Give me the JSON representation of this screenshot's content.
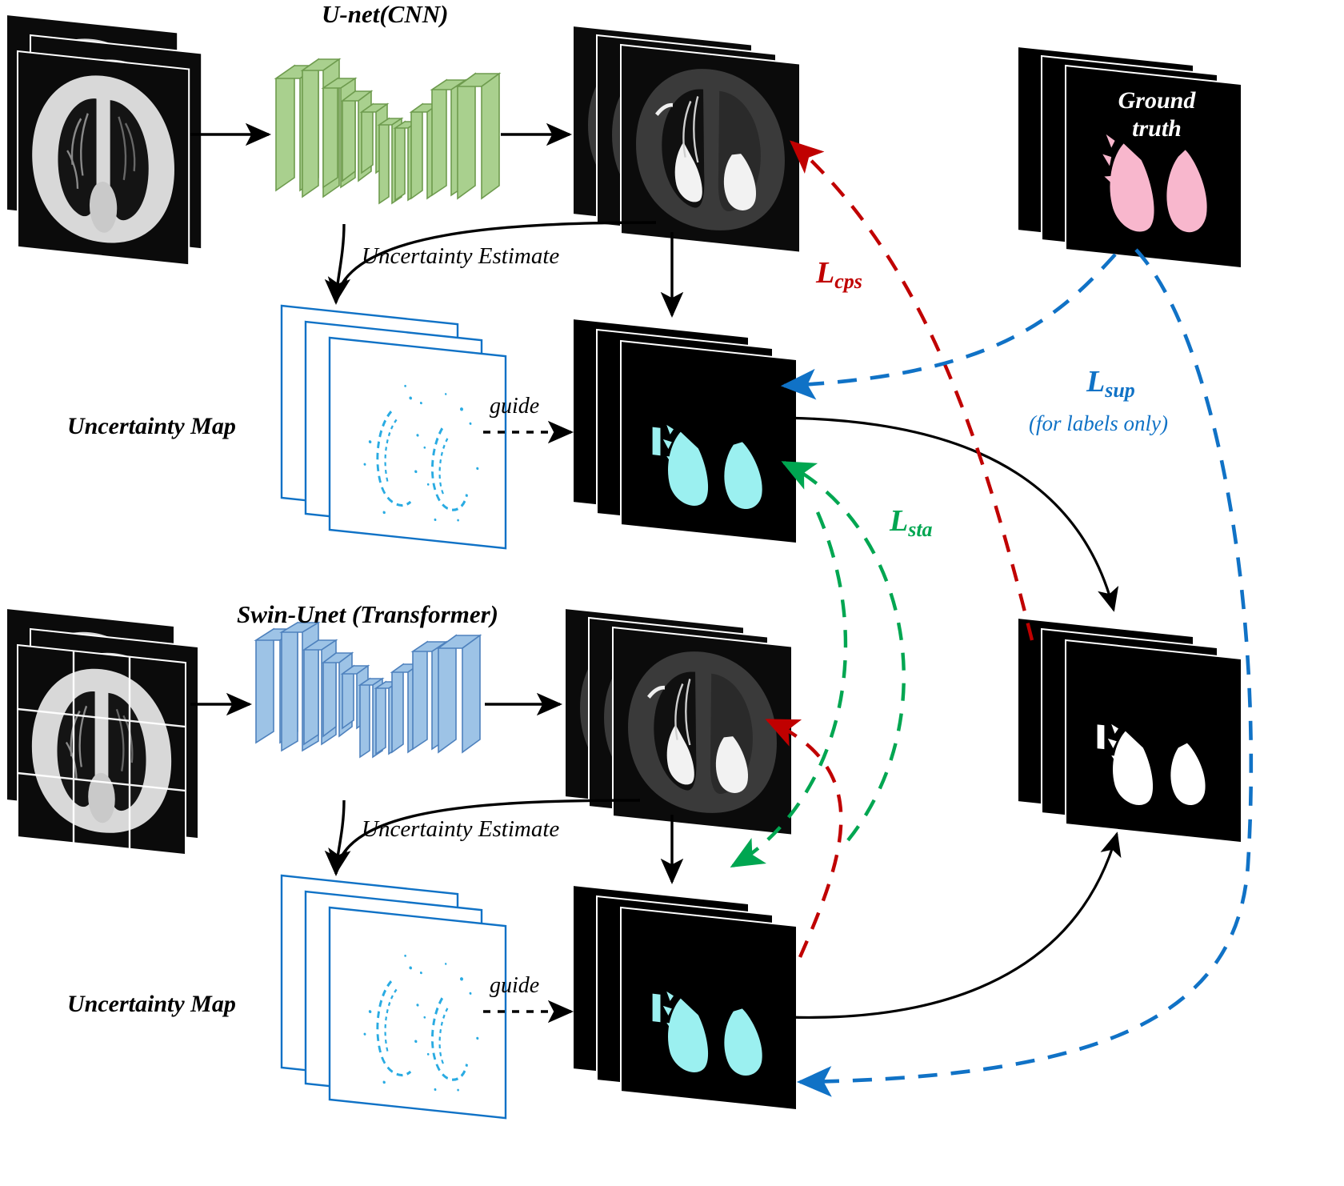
{
  "figure": {
    "kind": "semi-supervised segmentation framework diagram",
    "background": "#ffffff"
  },
  "labels": {
    "unet_title": "U-net(CNN)",
    "swin_title": "Swin-Unet (Transformer)",
    "uncertainty_estimate_top": "Uncertainty Estimate",
    "uncertainty_estimate_bottom": "Uncertainty Estimate",
    "uncertainty_map_top": "Uncertainty Map",
    "uncertainty_map_bottom": "Uncertainty Map",
    "guide_top": "guide",
    "guide_bottom": "guide",
    "ground_truth": "Ground\ntruth"
  },
  "losses": [
    {
      "name": "L_cps",
      "base": "L",
      "sub": "cps",
      "color": "#C00000"
    },
    {
      "name": "L_sup",
      "base": "L",
      "sub": "sup",
      "color": "#1072C6",
      "note": "(for labels only)"
    },
    {
      "name": "L_sta",
      "base": "L",
      "sub": "sta",
      "color": "#00A651"
    }
  ],
  "colors": {
    "cnn_block": "#A9D08E",
    "cnn_block_edge": "#6E9B4E",
    "transformer_block": "#9DC3E6",
    "transformer_block_edge": "#4E81BD",
    "uncertainty_outline": "#1072C6",
    "uncertainty_speckle": "#29ABE2",
    "mask_cyan": "#9BF0F0",
    "mask_white": "#FFFFFF",
    "ground_truth_pink": "#F8B7CD",
    "arrow_black": "#000000",
    "loss_cps": "#C00000",
    "loss_sup": "#1072C6",
    "loss_sta": "#00A651"
  },
  "nodes": [
    {
      "id": "input-ct-top",
      "type": "image-stack",
      "modality": "CT slices",
      "count": 3
    },
    {
      "id": "unet",
      "type": "network",
      "title": "U-net(CNN)",
      "color": "#A9D08E"
    },
    {
      "id": "pred-ct-top",
      "type": "image-stack",
      "modality": "CT prediction overlay",
      "count": 3
    },
    {
      "id": "uncertainty-map-top",
      "type": "image-stack",
      "modality": "uncertainty map",
      "count": 3
    },
    {
      "id": "mask-cyan-top",
      "type": "image-stack",
      "modality": "cyan segmentation mask",
      "count": 3
    },
    {
      "id": "input-ct-bottom",
      "type": "image-stack",
      "modality": "CT slices patched",
      "count": 3
    },
    {
      "id": "swin-unet",
      "type": "network",
      "title": "Swin-Unet (Transformer)",
      "color": "#9DC3E6"
    },
    {
      "id": "pred-ct-bottom",
      "type": "image-stack",
      "modality": "CT prediction overlay",
      "count": 3
    },
    {
      "id": "uncertainty-map-bottom",
      "type": "image-stack",
      "modality": "uncertainty map",
      "count": 3
    },
    {
      "id": "mask-cyan-bottom",
      "type": "image-stack",
      "modality": "cyan segmentation mask",
      "count": 3
    },
    {
      "id": "ground-truth",
      "type": "image-stack",
      "modality": "pink ground-truth mask",
      "count": 3
    },
    {
      "id": "pseudo-label-white",
      "type": "image-stack",
      "modality": "white binary mask",
      "count": 3
    }
  ],
  "edges": [
    {
      "from": "input-ct-top",
      "to": "unet",
      "style": "solid-arrow"
    },
    {
      "from": "unet",
      "to": "pred-ct-top",
      "style": "solid-arrow"
    },
    {
      "from": "pred-ct-top",
      "to": "uncertainty-map-top",
      "style": "solid-curve-arrow",
      "label": "Uncertainty Estimate"
    },
    {
      "from": "pred-ct-top",
      "to": "mask-cyan-top",
      "style": "solid-arrow"
    },
    {
      "from": "uncertainty-map-top",
      "to": "mask-cyan-top",
      "style": "dotted-arrow",
      "label": "guide"
    },
    {
      "from": "input-ct-bottom",
      "to": "swin-unet",
      "style": "solid-arrow"
    },
    {
      "from": "swin-unet",
      "to": "pred-ct-bottom",
      "style": "solid-arrow"
    },
    {
      "from": "pred-ct-bottom",
      "to": "uncertainty-map-bottom",
      "style": "solid-curve-arrow",
      "label": "Uncertainty Estimate"
    },
    {
      "from": "pred-ct-bottom",
      "to": "mask-cyan-bottom",
      "style": "solid-arrow"
    },
    {
      "from": "uncertainty-map-bottom",
      "to": "mask-cyan-bottom",
      "style": "dotted-arrow",
      "label": "guide"
    },
    {
      "from": "mask-cyan-top",
      "to": "pseudo-label-white",
      "style": "solid-curve-arrow"
    },
    {
      "from": "mask-cyan-bottom",
      "to": "pseudo-label-white",
      "style": "solid-curve-arrow"
    },
    {
      "from": "pseudo-label-white",
      "to": "pred-ct-top",
      "style": "dashed-arrow",
      "color": "#C00000",
      "label": "L_cps"
    },
    {
      "from": "pseudo-label-white",
      "to": "pred-ct-bottom",
      "style": "dashed-arrow",
      "color": "#C00000",
      "label": "L_cps"
    },
    {
      "from": "mask-cyan-bottom",
      "to": "mask-cyan-top",
      "style": "dashed-arrow",
      "color": "#00A651",
      "label": "L_sta"
    },
    {
      "from": "mask-cyan-top",
      "to": "mask-cyan-bottom",
      "style": "dashed-arrow",
      "color": "#00A651",
      "label": "L_sta"
    },
    {
      "from": "ground-truth",
      "to": "mask-cyan-top",
      "style": "dashed-arrow",
      "color": "#1072C6",
      "label": "L_sup"
    },
    {
      "from": "ground-truth",
      "to": "mask-cyan-bottom",
      "style": "dashed-arrow",
      "color": "#1072C6",
      "label": "L_sup"
    }
  ]
}
